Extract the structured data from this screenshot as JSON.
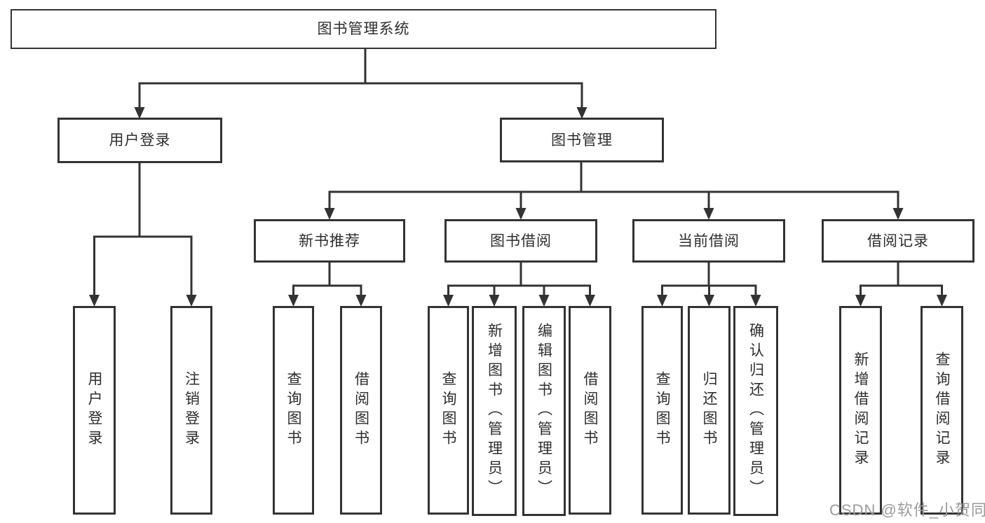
{
  "tree": {
    "root": {
      "label": "图书管理系统",
      "children": [
        {
          "label": "用户登录",
          "children": [
            {
              "label": "用户登录"
            },
            {
              "label": "注销登录"
            }
          ]
        },
        {
          "label": "图书管理",
          "children": [
            {
              "label": "新书推荐",
              "children": [
                {
                  "label": "查询图书"
                },
                {
                  "label": "借阅图书"
                }
              ]
            },
            {
              "label": "图书借阅",
              "children": [
                {
                  "label": "查询图书"
                },
                {
                  "label": "新增图书（管理员）"
                },
                {
                  "label": "编辑图书（管理员）"
                },
                {
                  "label": "借阅图书"
                }
              ]
            },
            {
              "label": "当前借阅",
              "children": [
                {
                  "label": "查询图书"
                },
                {
                  "label": "归还图书"
                },
                {
                  "label": "确认归还（管理员）"
                }
              ]
            },
            {
              "label": "借阅记录",
              "children": [
                {
                  "label": "新增借阅记录"
                },
                {
                  "label": "查询借阅记录"
                }
              ]
            }
          ]
        }
      ]
    }
  },
  "watermark": {
    "text": "CSDN @软件_小贺同学"
  },
  "colors": {
    "line": "#333333",
    "box_border": "#333333",
    "text": "#2e2e2e",
    "watermark": "#9b9b9b",
    "background": "#ffffff"
  }
}
